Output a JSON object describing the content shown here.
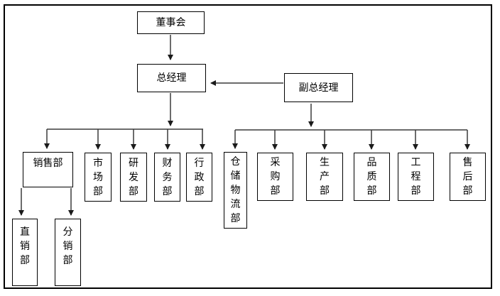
{
  "diagram": {
    "type": "org-chart",
    "nodes": {
      "board": {
        "label": "董事会",
        "role": "top"
      },
      "gm": {
        "label": "总经理",
        "role": "level-2"
      },
      "deputy": {
        "label": "副总经理",
        "role": "level-2"
      },
      "sales": {
        "label": "销售部"
      },
      "market": {
        "label": "市场部"
      },
      "rnd": {
        "label": "研发部"
      },
      "finance": {
        "label": "财务部"
      },
      "admin": {
        "label": "行政部"
      },
      "direct": {
        "label": "直销部"
      },
      "dist": {
        "label": "分销部"
      },
      "wh": {
        "label": "仓储物流部"
      },
      "purch": {
        "label": "采购部"
      },
      "prod": {
        "label": "生产部"
      },
      "qual": {
        "label": "品质部"
      },
      "eng": {
        "label": "工程部"
      },
      "after": {
        "label": "售后部"
      }
    },
    "edges": [
      [
        "董事会",
        "总经理"
      ],
      [
        "副总经理",
        "总经理"
      ],
      [
        "总经理",
        "销售部"
      ],
      [
        "总经理",
        "市场部"
      ],
      [
        "总经理",
        "研发部"
      ],
      [
        "总经理",
        "财务部"
      ],
      [
        "总经理",
        "行政部"
      ],
      [
        "销售部",
        "直销部"
      ],
      [
        "销售部",
        "分销部"
      ],
      [
        "副总经理",
        "仓储物流部"
      ],
      [
        "副总经理",
        "采购部"
      ],
      [
        "副总经理",
        "生产部"
      ],
      [
        "副总经理",
        "品质部"
      ],
      [
        "副总经理",
        "工程部"
      ],
      [
        "副总经理",
        "售后部"
      ]
    ],
    "colors": {
      "line": "#3a3a3a",
      "arrowhead": "#1a1a1a",
      "box_border": "#000000",
      "box_background": "#ffffff",
      "page_background": "#ffffff"
    }
  }
}
